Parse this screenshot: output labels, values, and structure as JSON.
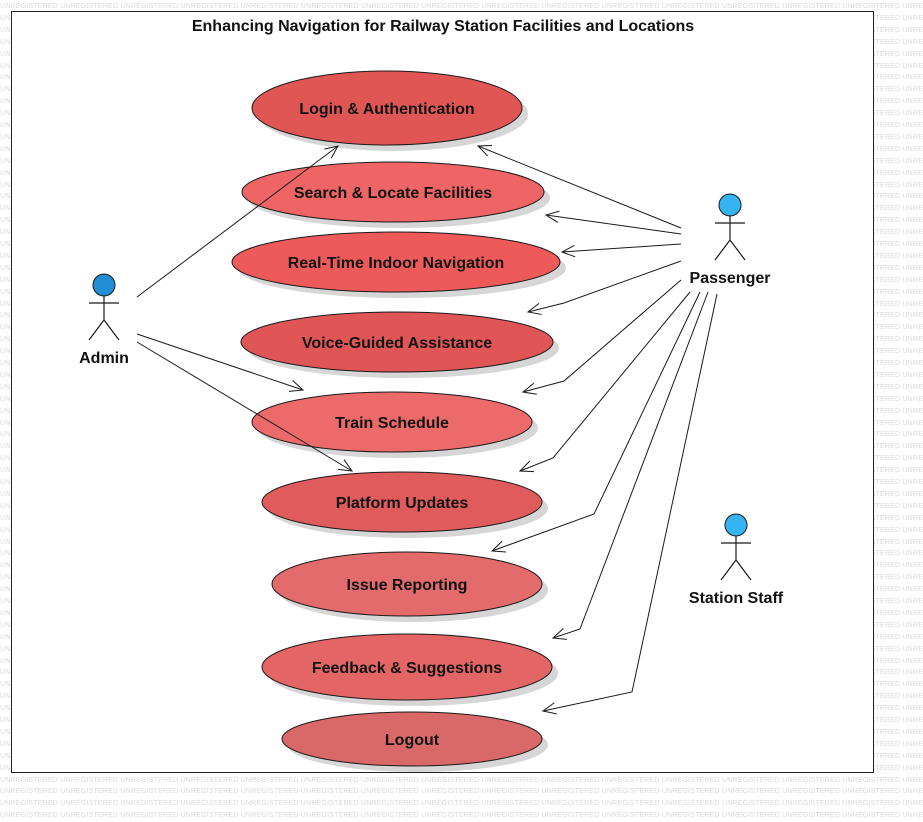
{
  "diagram": {
    "title": "Enhancing Navigation for Railway Station Facilities and Locations",
    "watermark": "UNREGISTERED",
    "actors": [
      {
        "id": "admin",
        "name": "Admin",
        "head_color": "#1f8ed6"
      },
      {
        "id": "passenger",
        "name": "Passenger",
        "head_color": "#36b3f2"
      },
      {
        "id": "station_staff",
        "name": "Station Staff",
        "head_color": "#36b3f2"
      }
    ],
    "use_cases": [
      {
        "id": "login",
        "label": "Login & Authentication",
        "color": "#e05654"
      },
      {
        "id": "search",
        "label": "Search & Locate Facilities",
        "color": "#ef6464"
      },
      {
        "id": "navigation",
        "label": "Real-Time Indoor Navigation",
        "color": "#ee5a5a"
      },
      {
        "id": "voice",
        "label": "Voice-Guided Assistance",
        "color": "#e05656"
      },
      {
        "id": "schedule",
        "label": "Train Schedule",
        "color": "#ec6a6a"
      },
      {
        "id": "platform",
        "label": "Platform Updates",
        "color": "#e05b5b"
      },
      {
        "id": "issue",
        "label": "Issue Reporting",
        "color": "#e46b6b"
      },
      {
        "id": "feedback",
        "label": "Feedback & Suggestions",
        "color": "#e46565"
      },
      {
        "id": "logout",
        "label": "Logout",
        "color": "#d96868"
      }
    ],
    "associations": [
      {
        "from": "admin",
        "to": "login"
      },
      {
        "from": "admin",
        "to": "schedule"
      },
      {
        "from": "admin",
        "to": "platform"
      },
      {
        "from": "passenger",
        "to": "login"
      },
      {
        "from": "passenger",
        "to": "search"
      },
      {
        "from": "passenger",
        "to": "navigation"
      },
      {
        "from": "passenger",
        "to": "voice"
      },
      {
        "from": "passenger",
        "to": "schedule"
      },
      {
        "from": "passenger",
        "to": "platform"
      },
      {
        "from": "passenger",
        "to": "issue"
      },
      {
        "from": "passenger",
        "to": "feedback"
      },
      {
        "from": "passenger",
        "to": "logout"
      }
    ]
  }
}
